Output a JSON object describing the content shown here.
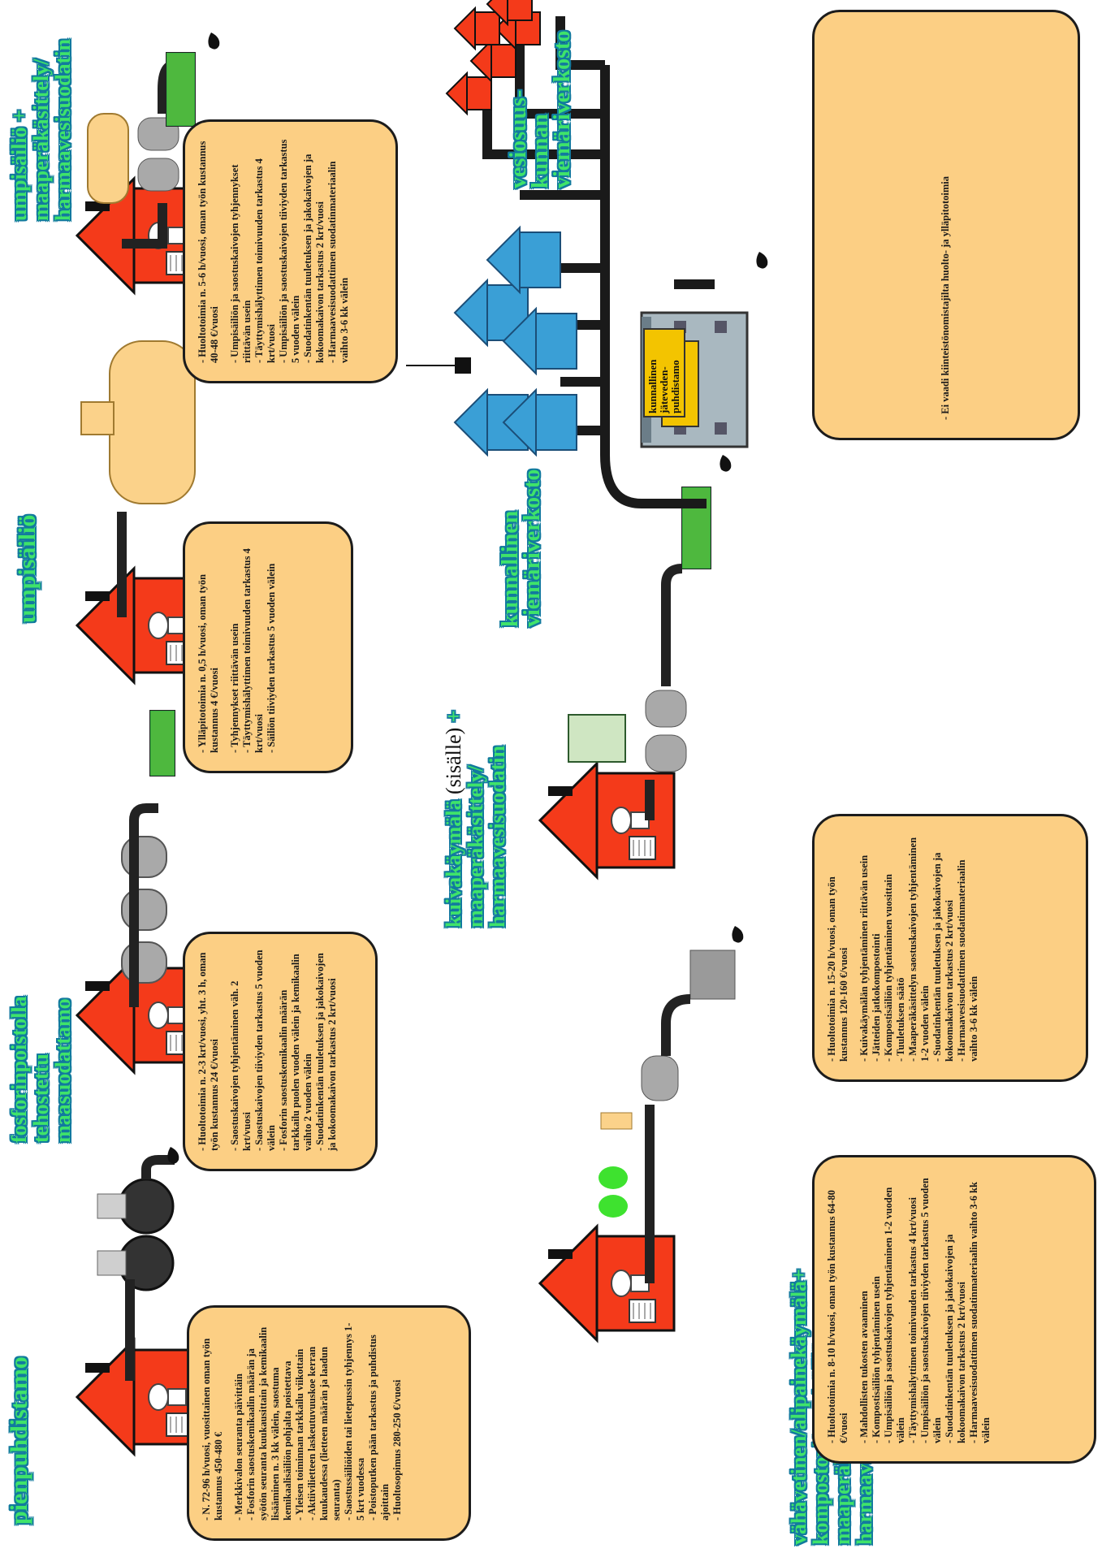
{
  "systems": [
    {
      "id": "pienpuhdistamo",
      "title": "pienpuhdistamo",
      "lead": "N. 72-96 h/vuosi, vuosittainen oman työn kustannus 450-480 €",
      "items": [
        "Merkkivalon seuranta päivittäin",
        "Fosforin saostuskemikaalin määrän ja syötön seuranta kuukausittain ja kemikaalin lisääminen n. 3 kk välein, saostuma kemikaalisäiliön pohjalta poistettava",
        "Yleisen toiminnan tarkkailu viikottain",
        "Aktiivilietteen laskeutuvuuskoe kerran kuukaudessa (lietteen määrän ja laadun seuranta)",
        "Saostussäiliöiden tai lietepussin tyhjennys 1-5 krt vuodessa",
        "Poistoputken pään tarkastus ja puhdistus ajoittain",
        "Huoltosopimus 280-250 €/vuosi"
      ]
    },
    {
      "id": "fosforinpoisto",
      "title": "fosforinpoistolla\ntehostettu\nmaasuodattamo",
      "lead": "Huoltotoimia n. 2-3 krt/vuosi, yht. 3 h, oman työn kustannus 24 €/vuosi",
      "items": [
        "Saostuskaivojen tyhjentäminen väh. 2 krt/vuosi",
        "Saostuskaivojen tiiviyden tarkastus 5 vuoden välein",
        "Fosforin saostuskemikaalin määrän tarkkailu puolen vuoden välein ja kemikaalin vaihto 2 vuoden välein",
        "Suodatinkentän tuuletuksen ja jakokaivojen ja kokoomakaivon tarkastus 2 krt/vuosi"
      ]
    },
    {
      "id": "umpisailio",
      "title": "umpisäiliö",
      "lead": "Ylläpitotoimia n. 0,5 h/vuosi, oman työn kustannus 4 €/vuosi",
      "items": [
        "Tyhjennykset riittävän usein",
        "Täyttymishälyttimen toimivuuden tarkastus 4 krt/vuosi",
        "Säiliön tiiviyden tarkastus 5 vuoden välein"
      ]
    },
    {
      "id": "umpisailio-maaperakasittely",
      "title": "umpisäiliö +\nmaaperäkäsittely/\nharmaavesisuodatin",
      "lead": "Huoltotoimia n. 5-6 h/vuosi, oman työn kustannus 40-48 €/vuosi",
      "items": [
        "Umpisäiliön ja saostuskaivojen tyhjennykset riittävän usein",
        "Täyttymishälyttimen toimivuuden tarkastus 4 krt/vuosi",
        "Umpisäiliön ja saostuskaivojen tiiviyden tarkastus 5 vuoden välein",
        "Suodatinkentän tuuletuksen ja jakokaivojen ja kokoomakaivon tarkastus 2 krt/vuosi",
        "Harmaavesisuodattimen suodatinmateriaalin vaihto 3-6 kk välein"
      ]
    },
    {
      "id": "kompostori",
      "title": "vähävetinen/alipainekäymälä+\nkompostori/umpisäiliö+\nmaaperäkäsittely/\nharmaavesisuodatin",
      "lead": "Huoltotoimia n. 8-10 h/vuosi, oman työn kustannus 64-80 €/vuosi",
      "items": [
        "Mahdollisten tukosten avaaminen",
        "Kompostisäiliön tyhjentäminen usein",
        "Umpisäiliön ja saostuskaivojen tyhjentäminen 1-2 vuoden välein",
        "Täyttymishälyttimen toimivuuden tarkastus 4 krt/vuosi",
        "Umpisäiliön ja saostuskaivojen tiiviyden tarkastus 5 vuoden välein",
        "Suodatinkentän tuuletuksen ja jakokaivojen ja kokoomakaivon tarkastus 2 krt/vuosi",
        "Harmaavesisuodattimen suodatinmateriaalin vaihto 3-6 kk välein"
      ]
    },
    {
      "id": "kuivakaymala",
      "title_main": "kuivakäymälä",
      "title_plain": " (sisälle) ",
      "title_plus": "+",
      "title_rest": "maaperäkäsittely/\nharmaavesisuodatin",
      "lead": "Huoltotoimia n. 15-20 h/vuosi, oman työn kustannus 120-160 €/vuosi",
      "items": [
        "Kuivakäymälän tyhjentäminen riittävän usein",
        "Jätteiden jatkokompostointi",
        "Kompostisäiliön tyhjentäminen vuosittain",
        "Tuuletuksen säätö",
        "Maaperäkäsittelyn saostuskaivojen tyhjentäminen 1-2 vuoden välein",
        "Suodatinkentän tuuletuksen ja jakokaivojen ja kokoomakaivon tarkastus 2 krt/vuosi",
        "Harmaavesisuodattimen suodatinmateriaalin vaihto 3-6 kk välein"
      ]
    }
  ],
  "network": {
    "kunnallinen_label": "kunnallinen\nviemäriverkosto",
    "vesiosuuskunta_label": "vesiosuus-\nkunnan\nviemäriverkosto",
    "plant_label": "kunnallinen\njäteveden-\npuhdistamo",
    "plant_note": "Ei vaadi kiinteistönomistajilta huolto- ja ylläpitotoimia"
  },
  "colors": {
    "box_fill": "#fccf84",
    "title_green": "#3fe36a",
    "title_outline": "#127a9e",
    "house_red": "#f43a1a",
    "church_blue": "#3a9fd6",
    "plant_label_bg": "#f3c400"
  }
}
